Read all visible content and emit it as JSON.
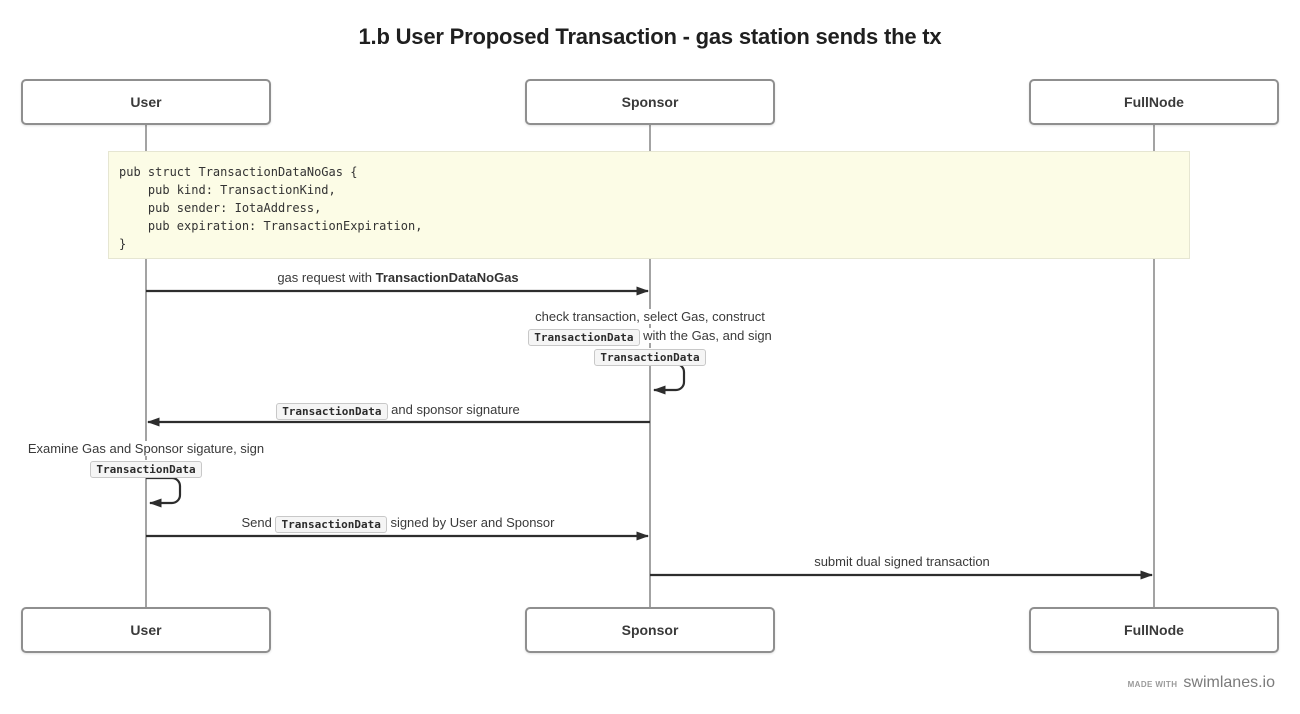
{
  "title": "1.b User Proposed Transaction - gas station sends the tx",
  "actors": {
    "user": "User",
    "sponsor": "Sponsor",
    "fullnode": "FullNode"
  },
  "code_block": {
    "lines": [
      "pub struct TransactionDataNoGas {",
      "    pub kind: TransactionKind,",
      "    pub sender: IotaAddress,",
      "    pub expiration: TransactionExpiration,",
      "}"
    ]
  },
  "messages": {
    "gas_request": {
      "prefix": "gas request with ",
      "bold": "TransactionDataNoGas"
    },
    "sponsor_note": {
      "line1": "check transaction, select Gas, construct",
      "line2_chip": "TransactionData",
      "line2_rest": " with the Gas, and sign",
      "line3_chip": "TransactionData"
    },
    "return_signature": {
      "chip": "TransactionData",
      "suffix": " and sponsor signature"
    },
    "user_note": {
      "line1": "Examine Gas and Sponsor sigature, sign",
      "line2_chip": "TransactionData"
    },
    "send_signed": {
      "prefix": "Send ",
      "chip": "TransactionData",
      "suffix": " signed by User and Sponsor"
    },
    "submit": {
      "label": "submit dual signed transaction"
    }
  },
  "footer": {
    "made_with": "made with",
    "brand": "swimlanes.io"
  },
  "colors": {
    "arrow": "#2d2d2d",
    "lifeline": "#a3a3a3",
    "code_bg": "#fcfce6",
    "chip_bg": "#f5f5f5"
  }
}
